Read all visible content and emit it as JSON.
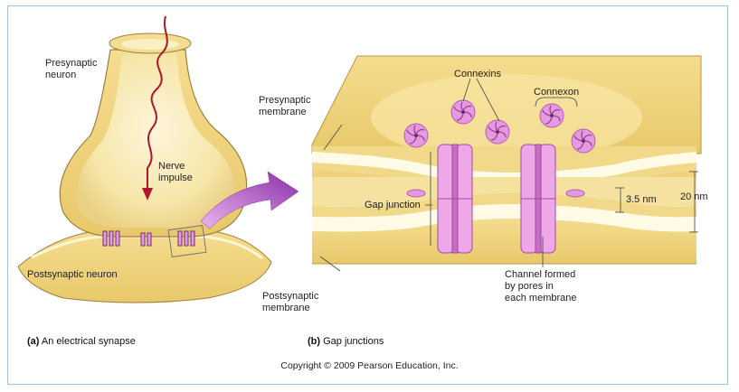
{
  "panel_a": {
    "presynaptic_neuron": "Presynaptic\nneuron",
    "nerve_impulse": "Nerve\nimpulse",
    "postsynaptic_neuron": "Postsynaptic neuron",
    "caption_letter": "(a)",
    "caption_text": " An electrical synapse"
  },
  "panel_b": {
    "presynaptic_membrane": "Presynaptic\nmembrane",
    "postsynaptic_membrane": "Postsynaptic\nmembrane",
    "connexins": "Connexins",
    "connexon": "Connexon",
    "gap_junction": "Gap junction",
    "gap_distance": "3.5 nm",
    "total_distance": "20 nm",
    "channel": "Channel formed\nby pores in\neach membrane",
    "caption_letter": "(b)",
    "caption_text": " Gap junctions"
  },
  "copyright": "Copyright © 2009 Pearson Education, Inc.",
  "colors": {
    "membrane": "#f2d98a",
    "membrane_light": "#fdf3cf",
    "protein": "#e59ae0",
    "protein_dark": "#b75bb3",
    "arrow": "#9b3fb6",
    "impulse": "#b0162a",
    "frame": "#9fc3d9"
  }
}
